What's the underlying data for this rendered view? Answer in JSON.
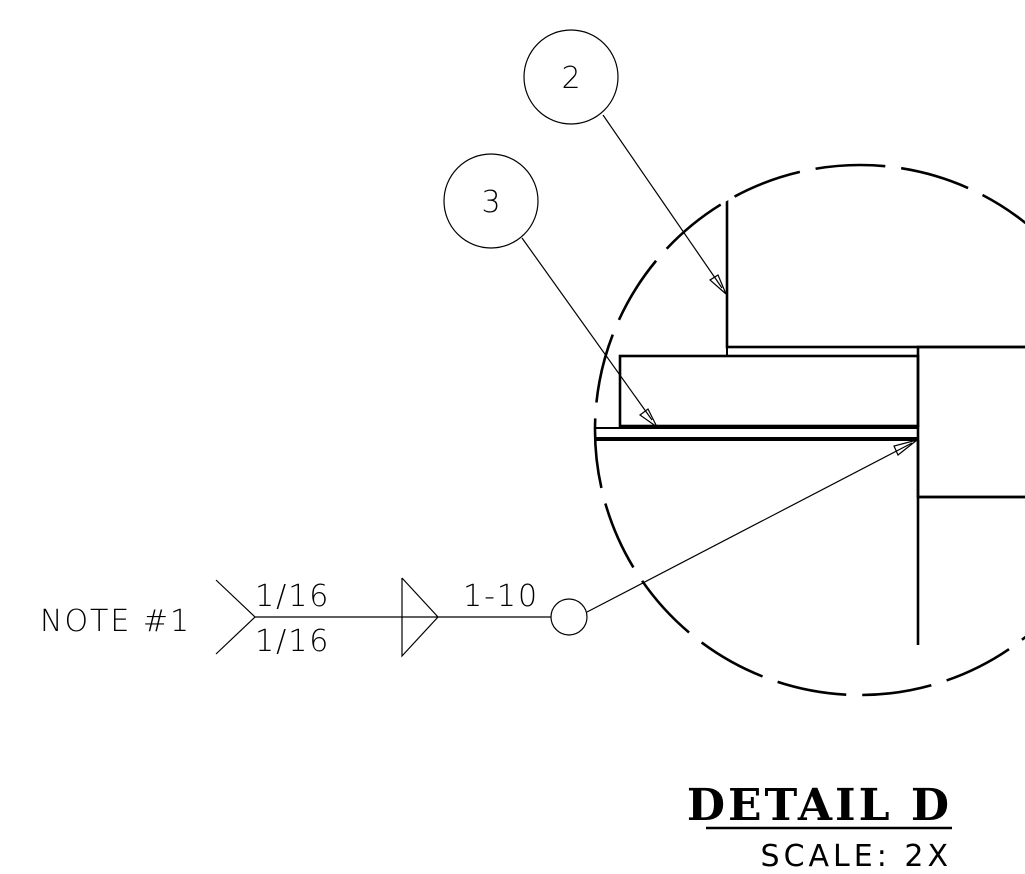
{
  "callouts": {
    "item_2": "2",
    "item_3": "3"
  },
  "weld_symbol": {
    "note": "NOTE #1",
    "arrow_side_size": "1/16",
    "other_side_size": "1/16",
    "length_pitch": "1-10"
  },
  "title_block": {
    "title": "DETAIL D",
    "scale": "SCALE: 2X"
  },
  "colors": {
    "line": "#000000",
    "background": "#ffffff"
  }
}
